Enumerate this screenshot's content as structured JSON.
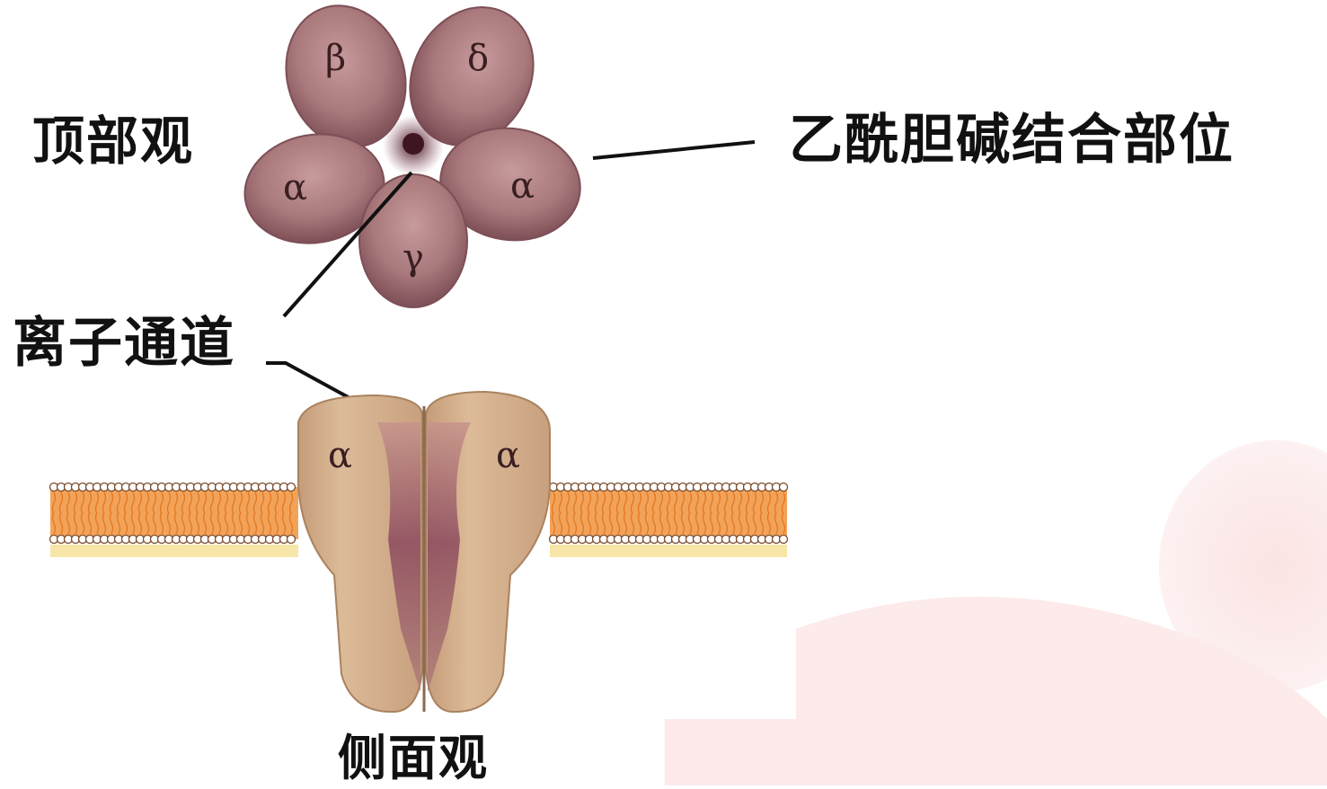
{
  "labels": {
    "top_view": "顶部观",
    "ach_binding_site": "乙酰胆碱结合部位",
    "ion_channel": "离子通道",
    "side_view": "侧面观"
  },
  "subunits_top": [
    "β",
    "δ",
    "α",
    "α",
    "γ"
  ],
  "subunits_side": [
    "α",
    "α"
  ],
  "colors": {
    "subunit_fill": "#a9797c",
    "subunit_edge": "#7d4f56",
    "center_pore": "#5b2631",
    "side_protein": "#d7b48f",
    "side_channel": "#8b4a5e",
    "membrane_orange": "#f2a35a",
    "membrane_head": "#ffffff",
    "background_blob": "#fdecec",
    "text": "#111111"
  }
}
